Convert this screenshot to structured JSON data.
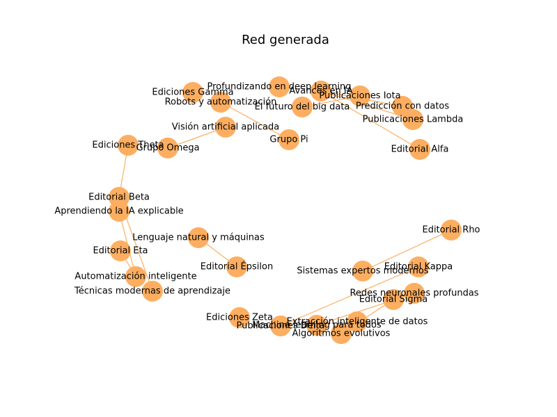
{
  "title": "Red generada",
  "colors": {
    "node": "#fdae61",
    "edge": "#fdae61",
    "label": "#000000",
    "background": "#ffffff"
  },
  "nodes": [
    {
      "id": "n01",
      "label": "Ediciones Gamma"
    },
    {
      "id": "n02",
      "label": "Robots y automatización"
    },
    {
      "id": "n03",
      "label": "Profundizando en deep learning"
    },
    {
      "id": "n04",
      "label": "Avances en IA"
    },
    {
      "id": "n05",
      "label": "Publicaciones Iota"
    },
    {
      "id": "n06",
      "label": "El futuro del big data"
    },
    {
      "id": "n07",
      "label": "Predicción con datos"
    },
    {
      "id": "n08",
      "label": "Publicaciones Lambda"
    },
    {
      "id": "n09",
      "label": "Editorial Alfa"
    },
    {
      "id": "n10",
      "label": "Visión artificial aplicada"
    },
    {
      "id": "n11",
      "label": "Grupo Pi"
    },
    {
      "id": "n12",
      "label": "Ediciones Theta"
    },
    {
      "id": "n13",
      "label": "Grupo Omega"
    },
    {
      "id": "n14",
      "label": "Editorial Beta"
    },
    {
      "id": "n15",
      "label": "Aprendiendo la IA explicable"
    },
    {
      "id": "n16",
      "label": "Lenguaje natural y máquinas"
    },
    {
      "id": "n17",
      "label": "Editorial Eta"
    },
    {
      "id": "n18",
      "label": "Editorial Épsilon"
    },
    {
      "id": "n19",
      "label": "Automatización inteligente"
    },
    {
      "id": "n20",
      "label": "Técnicas modernas de aprendizaje"
    },
    {
      "id": "n21",
      "label": "Editorial Rho"
    },
    {
      "id": "n22",
      "label": "Sistemas expertos modernos"
    },
    {
      "id": "n23",
      "label": "Editorial Kappa"
    },
    {
      "id": "n24",
      "label": "Redes neuronales profundas"
    },
    {
      "id": "n25",
      "label": "Editorial Sigma"
    },
    {
      "id": "n26",
      "label": "Ediciones Zeta"
    },
    {
      "id": "n27",
      "label": "Extracción inteligente de datos"
    },
    {
      "id": "n28",
      "label": "Publicaciones Delta"
    },
    {
      "id": "n29",
      "label": "Machine learning para todos"
    },
    {
      "id": "n30",
      "label": "Algoritmos evolutivos"
    }
  ],
  "edges": [
    [
      "n02",
      "n11"
    ],
    [
      "n04",
      "n07"
    ],
    [
      "n04",
      "n08"
    ],
    [
      "n04",
      "n09"
    ],
    [
      "n05",
      "n06"
    ],
    [
      "n10",
      "n13"
    ],
    [
      "n12",
      "n14"
    ],
    [
      "n14",
      "n20"
    ],
    [
      "n15",
      "n19"
    ],
    [
      "n16",
      "n18"
    ],
    [
      "n17",
      "n19"
    ],
    [
      "n21",
      "n22"
    ],
    [
      "n23",
      "n28"
    ],
    [
      "n24",
      "n29"
    ],
    [
      "n25",
      "n30"
    ]
  ]
}
